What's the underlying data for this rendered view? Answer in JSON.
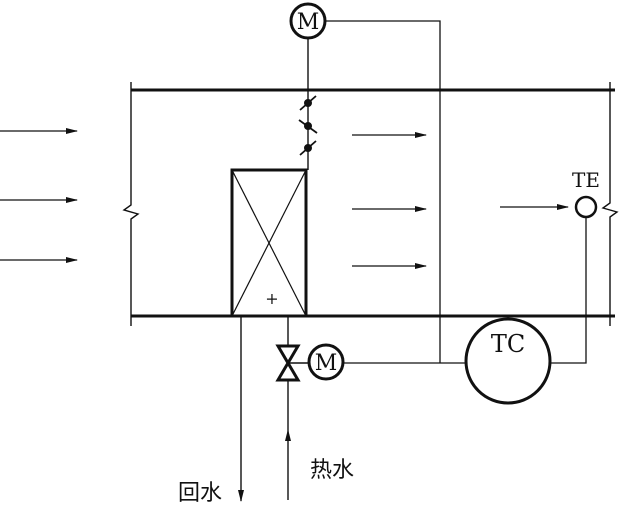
{
  "labels": {
    "motor_top": "M",
    "motor_valve": "M",
    "controller": "TC",
    "sensor": "TE",
    "coil_plus": "+",
    "return_water": "回水",
    "hot_water": "热水"
  },
  "icons": {
    "flow_arrow": "arrow-right-icon",
    "damper": "damper-blade-icon",
    "coil": "heating-coil-icon",
    "valve": "two-way-valve-icon",
    "motor": "motor-actuator-icon",
    "sensor": "temperature-sensor-icon",
    "controller": "temperature-controller-icon"
  },
  "colors": {
    "line": "#111111",
    "background": "#ffffff"
  }
}
